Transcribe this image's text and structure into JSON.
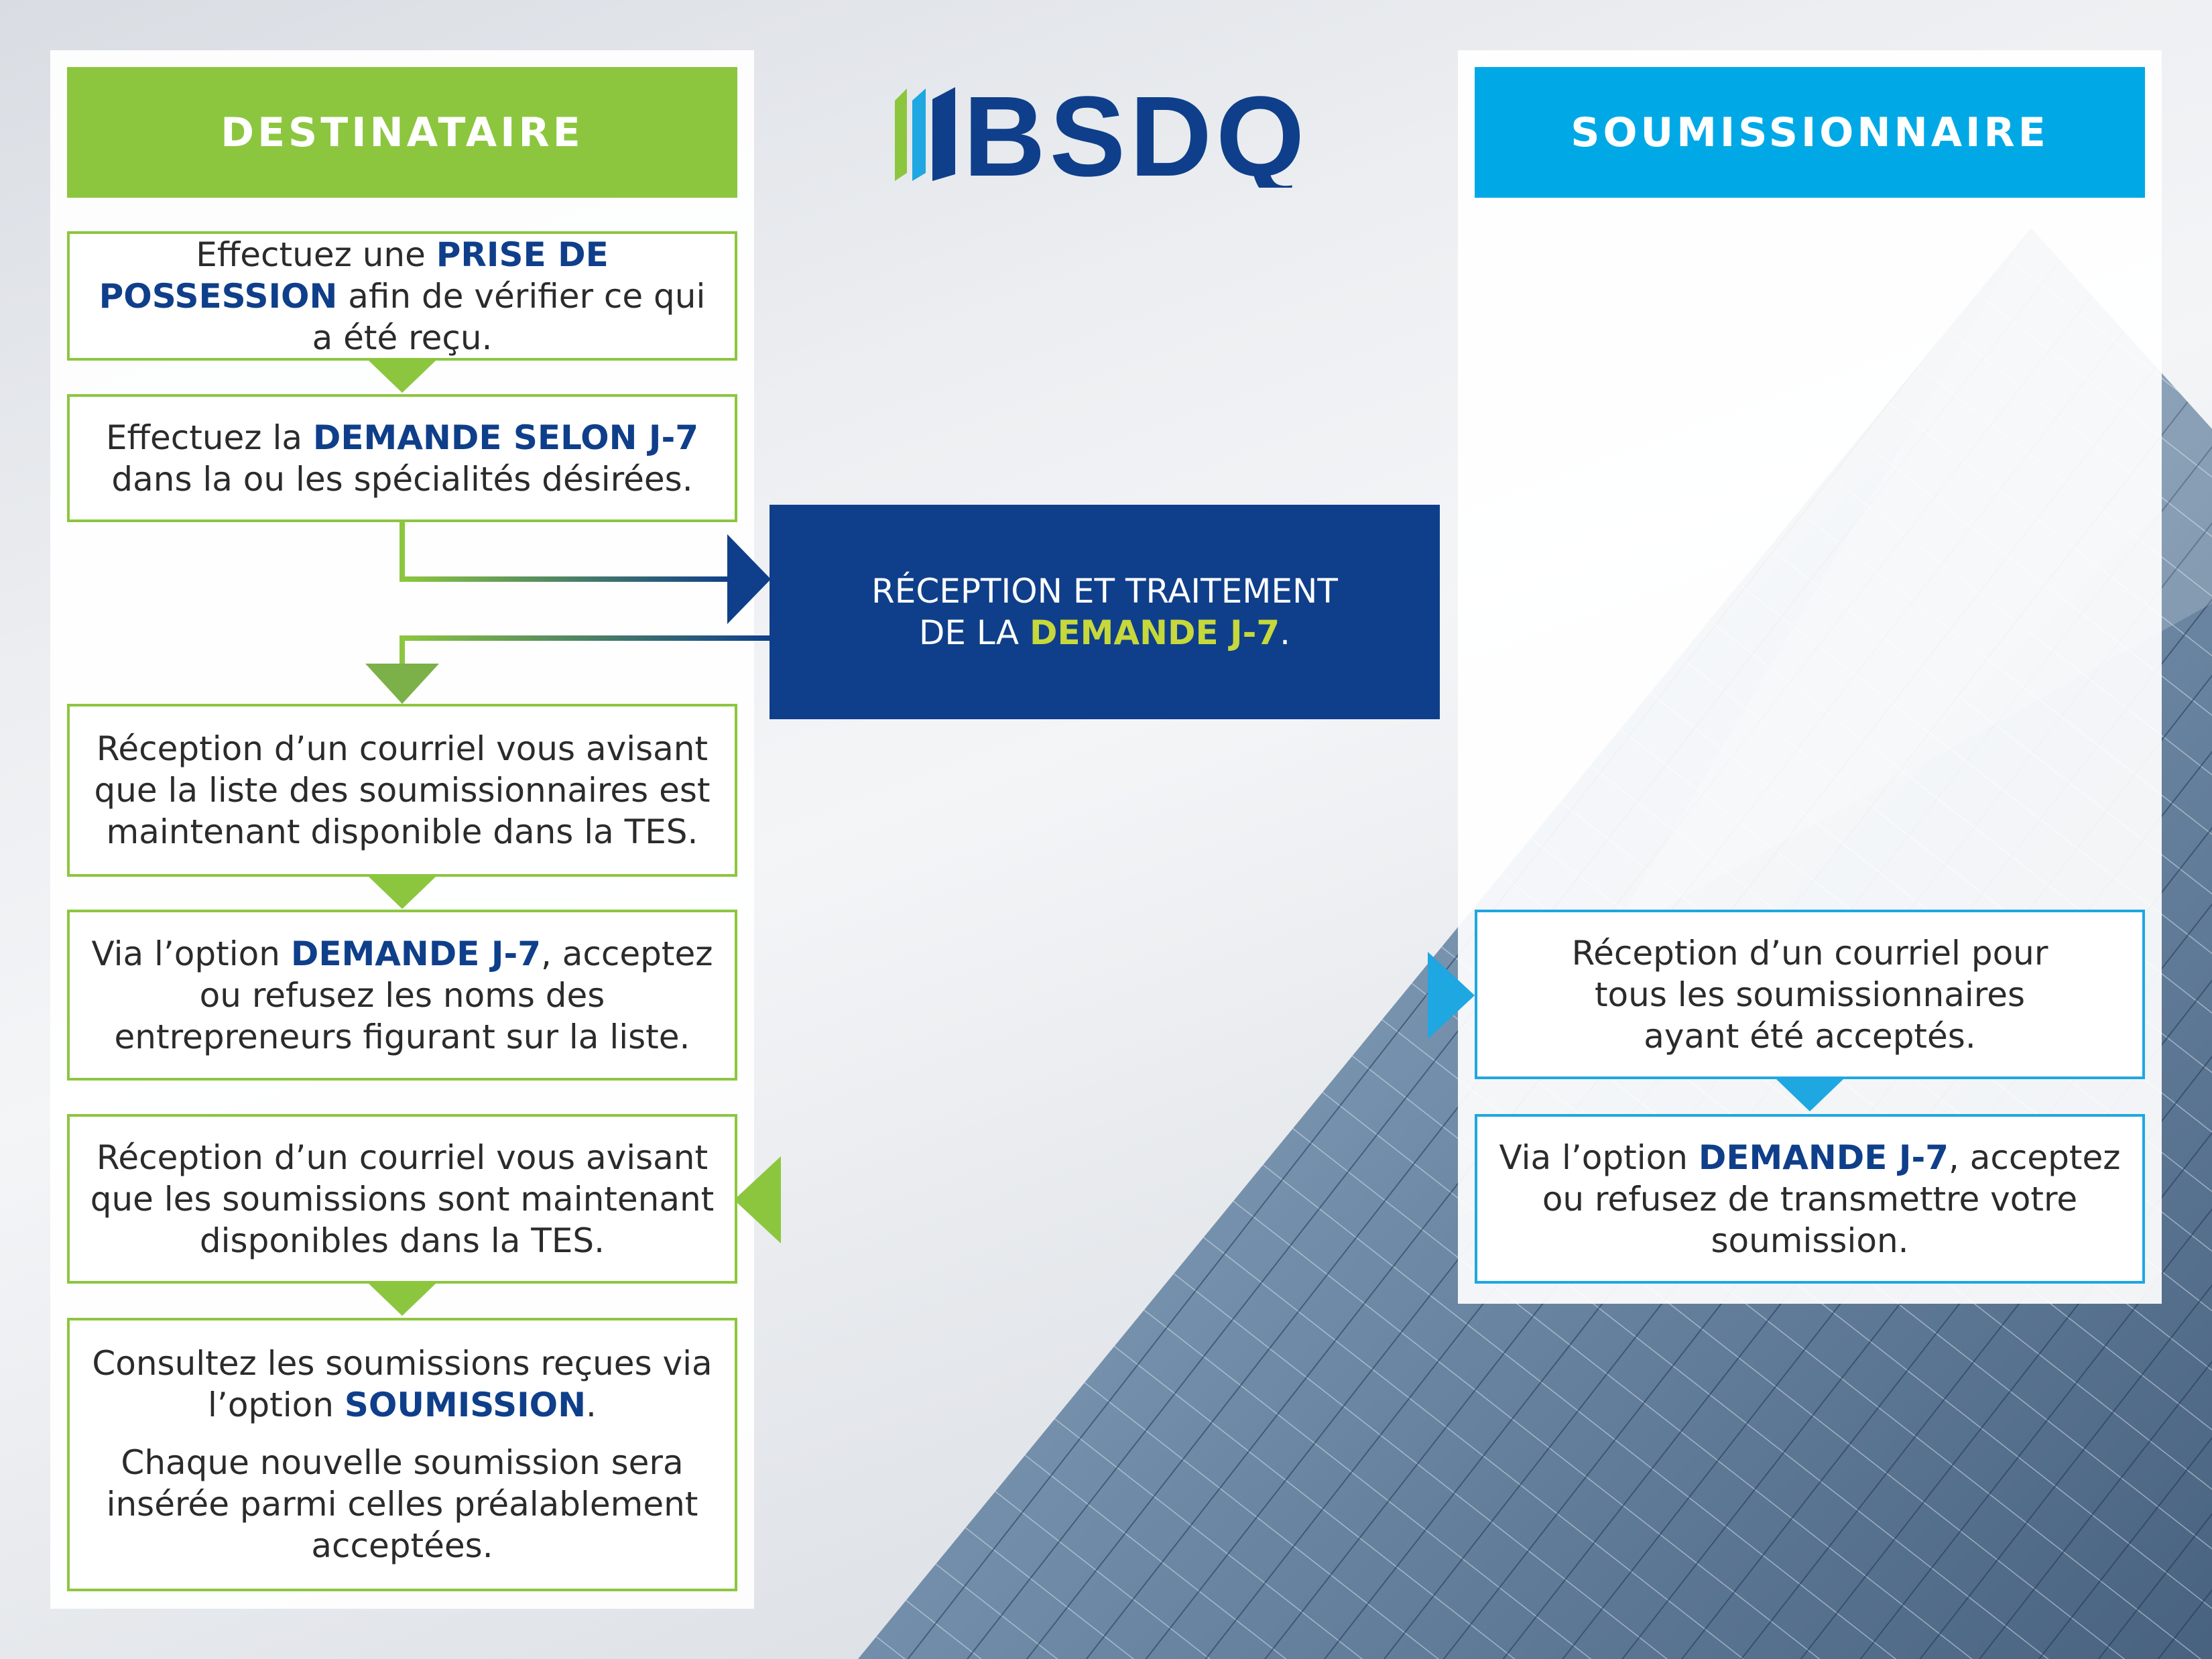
{
  "logo": {
    "text": "BSDQ",
    "colors": [
      "#8cc63f",
      "#1ea7e1",
      "#0f3f8a"
    ]
  },
  "colors": {
    "green": "#8cc63f",
    "light_blue": "#1ea7e1",
    "dark_blue": "#0f3f8a",
    "lime": "#c6d83b"
  },
  "left_column": {
    "header": "DESTINATAIRE",
    "steps": [
      {
        "pre": "Effectuez une ",
        "hl": "PRISE DE POSSESSION",
        "post": " afin de vérifier ce qui a été reçu."
      },
      {
        "pre": "Effectuez la ",
        "hl": "DEMANDE SELON J-7",
        "post": " dans la ou les spécialités désirées."
      },
      {
        "text": "Réception d’un courriel vous avisant que la liste des soumissionnaires est maintenant disponible dans la TES."
      },
      {
        "pre": "Via l’option ",
        "hl": "DEMANDE J-7",
        "post": ", acceptez ou refusez les noms des entrepreneurs figurant sur la liste."
      },
      {
        "text": "Réception d’un courriel vous avisant que les soumissions sont maintenant disponibles dans la TES."
      },
      {
        "pre": "Consultez les soumissions reçues via l’option ",
        "hl": "SOUMISSION",
        "post": ".",
        "note": "Chaque nouvelle soumission sera insérée parmi celles préalablement acceptées."
      }
    ]
  },
  "center": {
    "pre": "RÉCEPTION ET TRAITEMENT DE LA ",
    "hl": "DEMANDE J-7",
    "post": "."
  },
  "right_column": {
    "header": "SOUMISSIONNAIRE",
    "steps": [
      {
        "text": "Réception d’un courriel pour tous les soumissionnaires ayant été acceptés."
      },
      {
        "pre": "Via l’option ",
        "hl": "DEMANDE J-7",
        "post": ", acceptez ou refusez de transmettre votre soumission."
      }
    ]
  }
}
